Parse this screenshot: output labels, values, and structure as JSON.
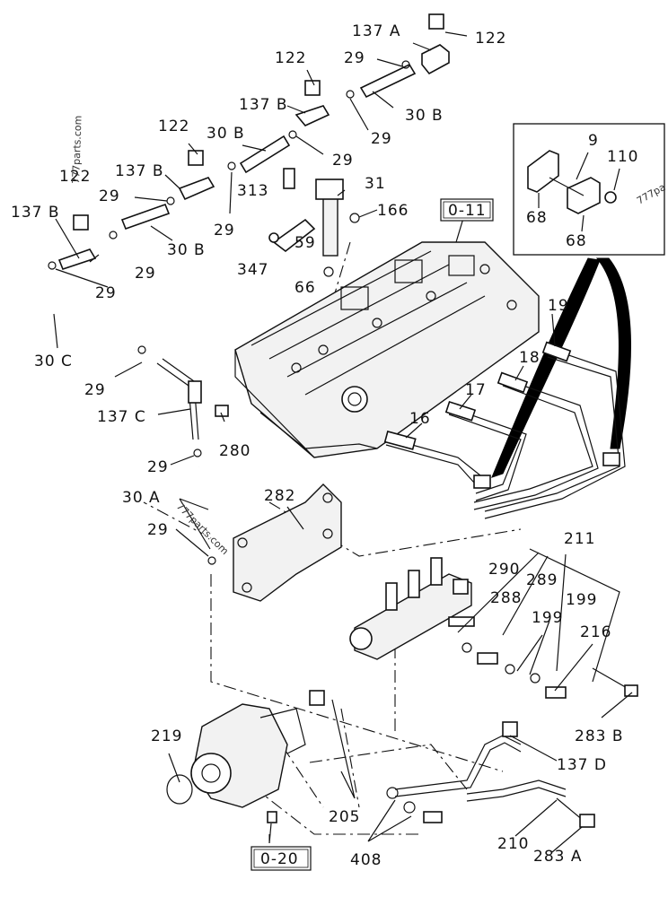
{
  "callouts": [
    {
      "id": "c1",
      "text": "122"
    },
    {
      "id": "c2",
      "text": "137 A"
    },
    {
      "id": "c3",
      "text": "29"
    },
    {
      "id": "c4",
      "text": "122"
    },
    {
      "id": "c5",
      "text": "137 B"
    },
    {
      "id": "c6",
      "text": "30 B"
    },
    {
      "id": "c7",
      "text": "29"
    },
    {
      "id": "c8",
      "text": "122"
    },
    {
      "id": "c9",
      "text": "30 B"
    },
    {
      "id": "c10",
      "text": "29"
    },
    {
      "id": "c11",
      "text": "137 B"
    },
    {
      "id": "c12",
      "text": "313"
    },
    {
      "id": "c13",
      "text": "31"
    },
    {
      "id": "c14",
      "text": "166"
    },
    {
      "id": "c15",
      "text": "122"
    },
    {
      "id": "c16",
      "text": "29"
    },
    {
      "id": "c17",
      "text": "29"
    },
    {
      "id": "c18",
      "text": "137 B"
    },
    {
      "id": "c19",
      "text": "30 B"
    },
    {
      "id": "c20",
      "text": "29"
    },
    {
      "id": "c21",
      "text": "59"
    },
    {
      "id": "c22",
      "text": "347"
    },
    {
      "id": "c23",
      "text": "66"
    },
    {
      "id": "c24",
      "text": "29"
    },
    {
      "id": "c25",
      "text": "30 C"
    },
    {
      "id": "c26",
      "text": "29"
    },
    {
      "id": "c27",
      "text": "137 C"
    },
    {
      "id": "c28",
      "text": "280"
    },
    {
      "id": "c29",
      "text": "29"
    },
    {
      "id": "c30",
      "text": "30 A"
    },
    {
      "id": "c31",
      "text": "29"
    },
    {
      "id": "c32",
      "text": "282"
    },
    {
      "id": "c33",
      "text": "9"
    },
    {
      "id": "c34",
      "text": "110"
    },
    {
      "id": "c35",
      "text": "68"
    },
    {
      "id": "c36",
      "text": "68"
    },
    {
      "id": "c37",
      "text": "19"
    },
    {
      "id": "c38",
      "text": "18"
    },
    {
      "id": "c39",
      "text": "17"
    },
    {
      "id": "c40",
      "text": "16"
    },
    {
      "id": "c41",
      "text": "211"
    },
    {
      "id": "c42",
      "text": "290"
    },
    {
      "id": "c43",
      "text": "289"
    },
    {
      "id": "c44",
      "text": "288"
    },
    {
      "id": "c45",
      "text": "199"
    },
    {
      "id": "c46",
      "text": "199"
    },
    {
      "id": "c47",
      "text": "216"
    },
    {
      "id": "c48",
      "text": "283 B"
    },
    {
      "id": "c49",
      "text": "137 D"
    },
    {
      "id": "c50",
      "text": "219"
    },
    {
      "id": "c51",
      "text": "205"
    },
    {
      "id": "c52",
      "text": "408"
    },
    {
      "id": "c53",
      "text": "210"
    },
    {
      "id": "c54",
      "text": "283 A"
    }
  ],
  "refs": [
    {
      "id": "r1",
      "text": "0-11"
    },
    {
      "id": "r2",
      "text": "0-20"
    }
  ],
  "watermarks": [
    {
      "id": "w1",
      "text": "777parts.com"
    },
    {
      "id": "w2",
      "text": "777parts.com"
    },
    {
      "id": "w3",
      "text": "777pa"
    }
  ]
}
